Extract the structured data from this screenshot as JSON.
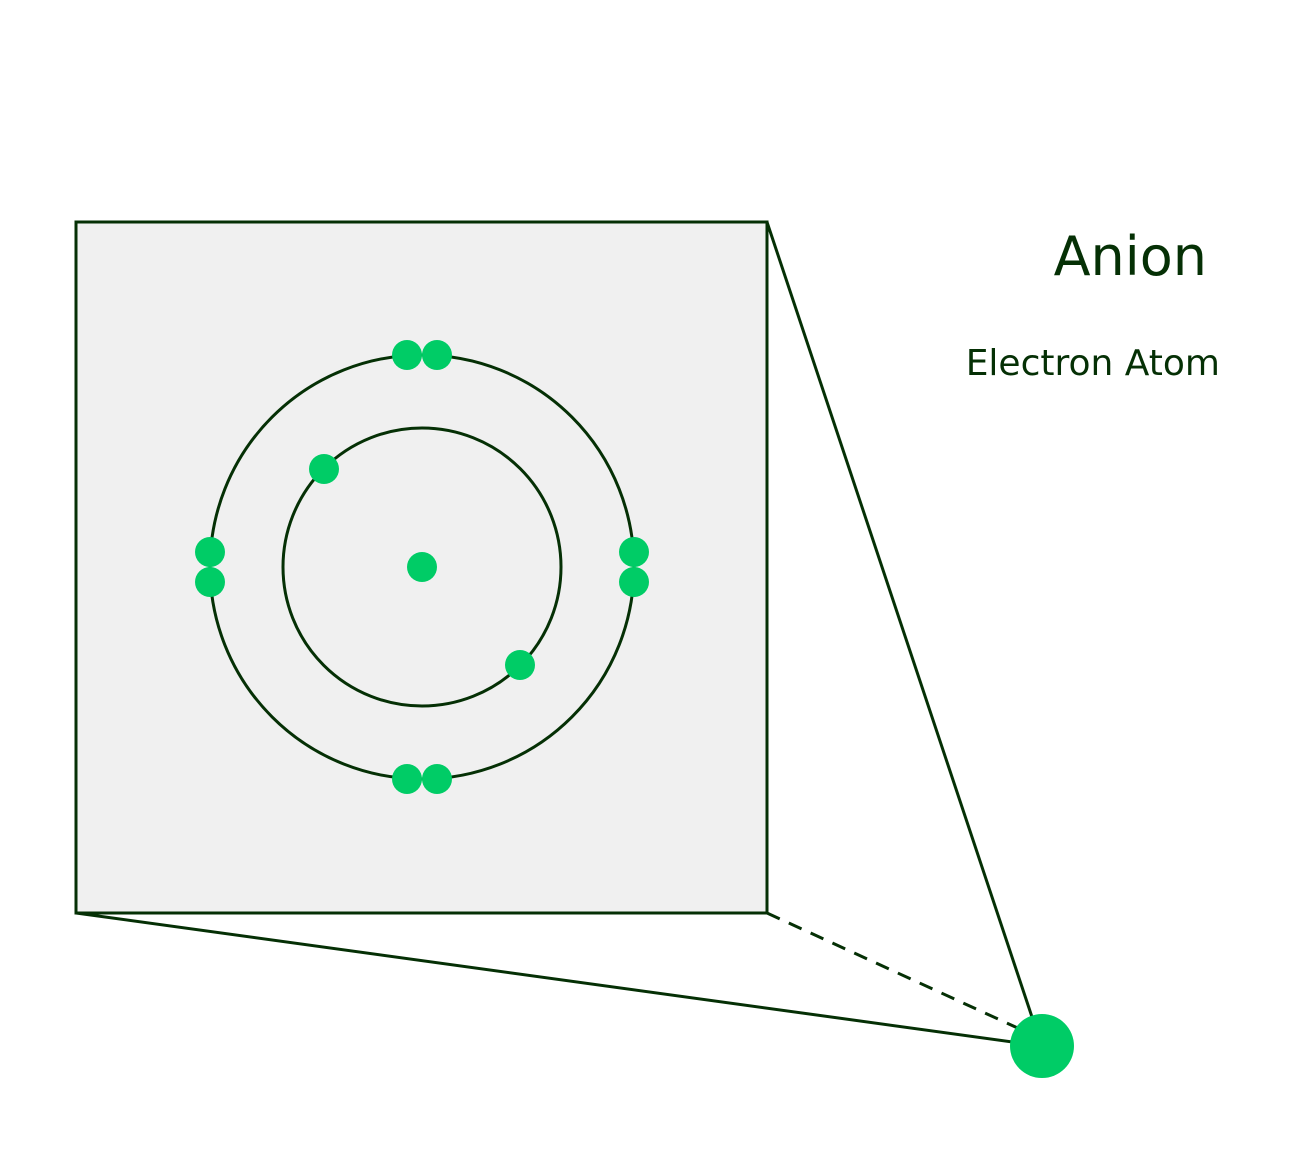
{
  "title": "Anion",
  "subtitle": "Electron Atom",
  "colors": {
    "stroke": "#053005",
    "electron": "#00cc66",
    "panel_fill": "#f0f0f0",
    "background": "#ffffff"
  },
  "atom": {
    "inner_shell_electrons": 2,
    "outer_shell_electrons": 8,
    "outer_shell_pairs": 4
  }
}
